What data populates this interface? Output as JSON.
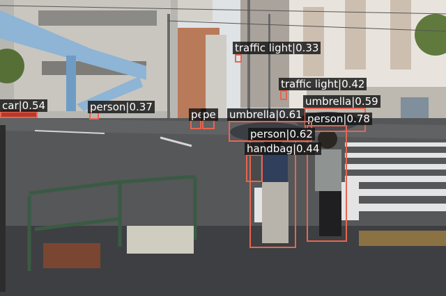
{
  "detections": [
    {
      "label": "car",
      "score": "0.54",
      "color": "#e8664e"
    },
    {
      "label": "person",
      "score": "0.37",
      "color": "#e8664e"
    },
    {
      "label": "traffic light",
      "score": "0.33",
      "color": "#e8664e"
    },
    {
      "label": "traffic light",
      "score": "0.42",
      "color": "#e8664e"
    },
    {
      "label": "umbrella",
      "score": "0.59",
      "color": "#e8664e"
    },
    {
      "label": "person",
      "score": "0.78",
      "color": "#e8664e"
    },
    {
      "label": "umbrella",
      "score": "0.61",
      "color": "#e8664e"
    },
    {
      "label": "person",
      "score": "0.62",
      "color": "#e8664e"
    },
    {
      "label": "handbag",
      "score": "0.44",
      "color": "#e8664e"
    },
    {
      "label": "pe",
      "score": "",
      "color": "#e8664e"
    },
    {
      "label": "pe",
      "score": "",
      "color": "#e8664e"
    }
  ]
}
